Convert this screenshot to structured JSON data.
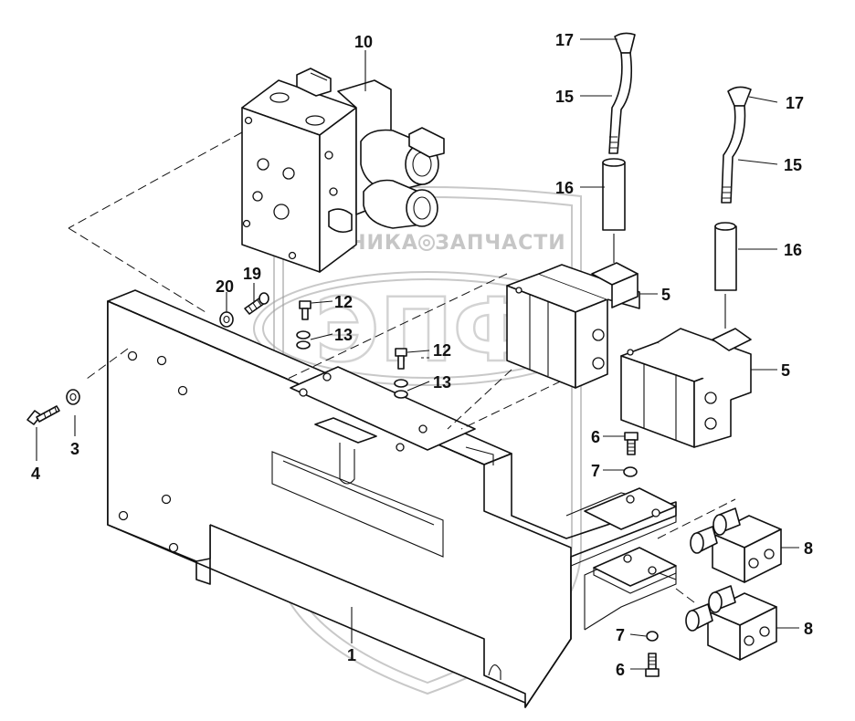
{
  "watermark": {
    "left_word": "ТЕХНИКА",
    "right_word": "ЗАПЧАСТИ",
    "monogram": "ЭПФ"
  },
  "callouts": {
    "c1": "1",
    "c3": "3",
    "c4": "4",
    "c5a": "5",
    "c5b": "5",
    "c6a": "6",
    "c6b": "6",
    "c7a": "7",
    "c7b": "7",
    "c8a": "8",
    "c8b": "8",
    "c10": "10",
    "c12a": "12",
    "c12b": "12",
    "c13a": "13",
    "c13b": "13",
    "c15a": "15",
    "c15b": "15",
    "c16a": "16",
    "c16b": "16",
    "c17a": "17",
    "c17b": "17",
    "c19": "19",
    "c20": "20"
  }
}
